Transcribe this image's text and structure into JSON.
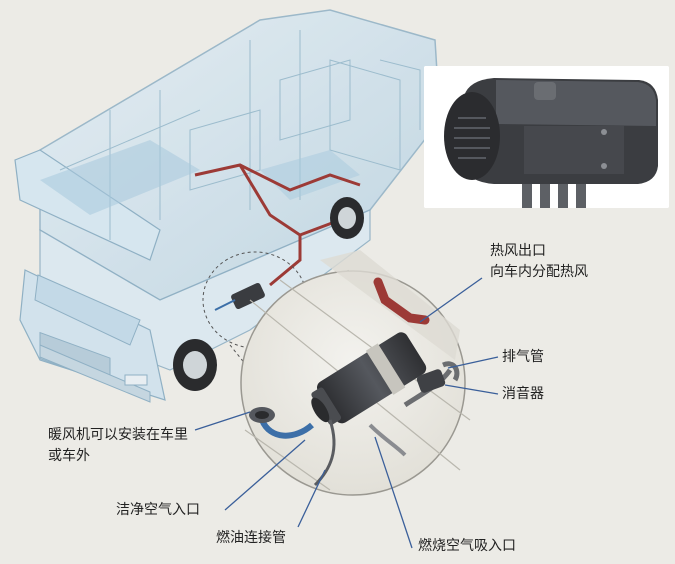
{
  "labels": {
    "hot_air_outlet_line1": "热风出口",
    "hot_air_outlet_line2": "向车内分配热风",
    "exhaust_pipe": "排气管",
    "muffler": "消音器",
    "install_line1": "暖风机可以安装在车里",
    "install_line2": "或车外",
    "clean_air_inlet": "洁净空气入口",
    "fuel_pipe": "燃油连接管",
    "combustion_air_inlet": "燃烧空气吸入口"
  },
  "colors": {
    "background": "#ecebe6",
    "vehicle_body": "#cfe0ea",
    "vehicle_outline": "#8fb0c4",
    "duct_red": "#9c3a36",
    "duct_blue": "#3c6fa8",
    "heater_dark": "#3a3c40",
    "leader_line": "#3a5f9a"
  }
}
